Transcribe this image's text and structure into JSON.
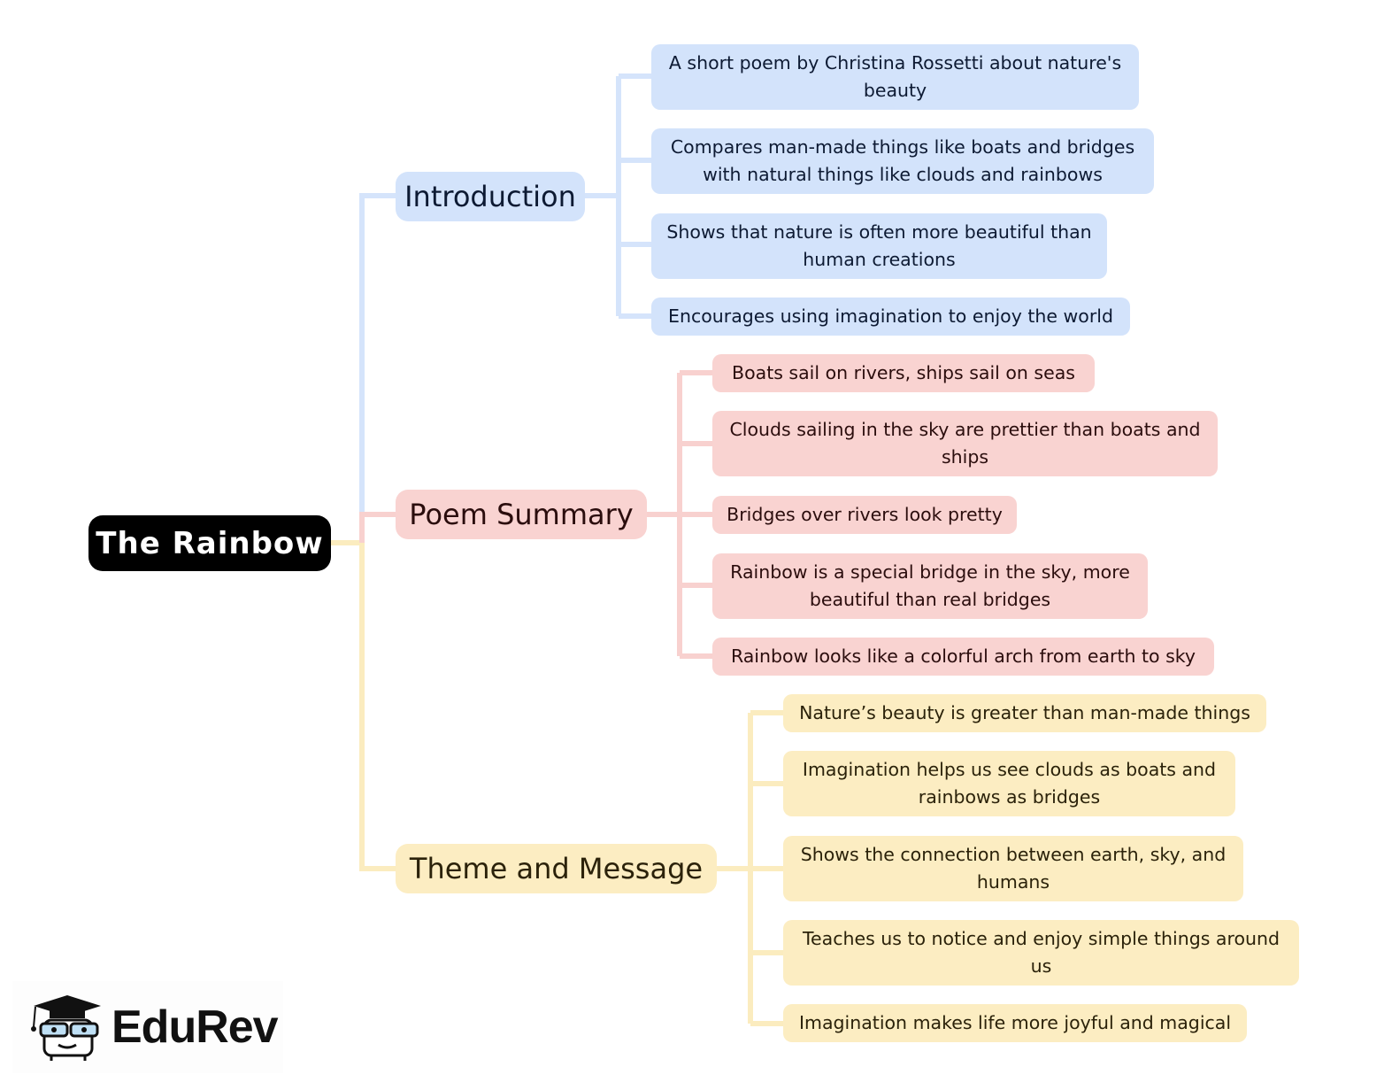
{
  "root": {
    "title": "The Rainbow"
  },
  "colors": {
    "blue": "#d3e3fb",
    "blue_line": "#d5e4fb",
    "red": "#f9d3d1",
    "red_line": "#f8d1cf",
    "yellow": "#fcedc2",
    "yellow_line": "#fbecbf",
    "root": "#000000"
  },
  "branches": [
    {
      "label": "Introduction",
      "color": "blue",
      "items": [
        "A short poem by Christina Rossetti about nature's beauty",
        "Compares man-made things like boats and bridges with natural things like clouds and rainbows",
        "Shows that nature is often more beautiful than human creations",
        "Encourages using imagination to enjoy the world"
      ]
    },
    {
      "label": "Poem Summary",
      "color": "red",
      "items": [
        "Boats sail on rivers, ships sail on seas",
        "Clouds sailing in the sky are prettier than boats and ships",
        "Bridges over rivers look pretty",
        "Rainbow is a special bridge in the sky, more beautiful than real bridges",
        "Rainbow looks like a colorful arch from earth to sky"
      ]
    },
    {
      "label": "Theme and Message",
      "color": "yellow",
      "items": [
        "Nature’s beauty is greater than man-made things",
        "Imagination helps us see clouds as boats and rainbows as bridges",
        "Shows the connection between earth, sky, and humans",
        "Teaches us to notice and enjoy simple things around us",
        "Imagination makes life more joyful and magical"
      ]
    }
  ],
  "logo": {
    "text": "EduRev",
    "icon": "graduation-cap-mascot-icon"
  }
}
